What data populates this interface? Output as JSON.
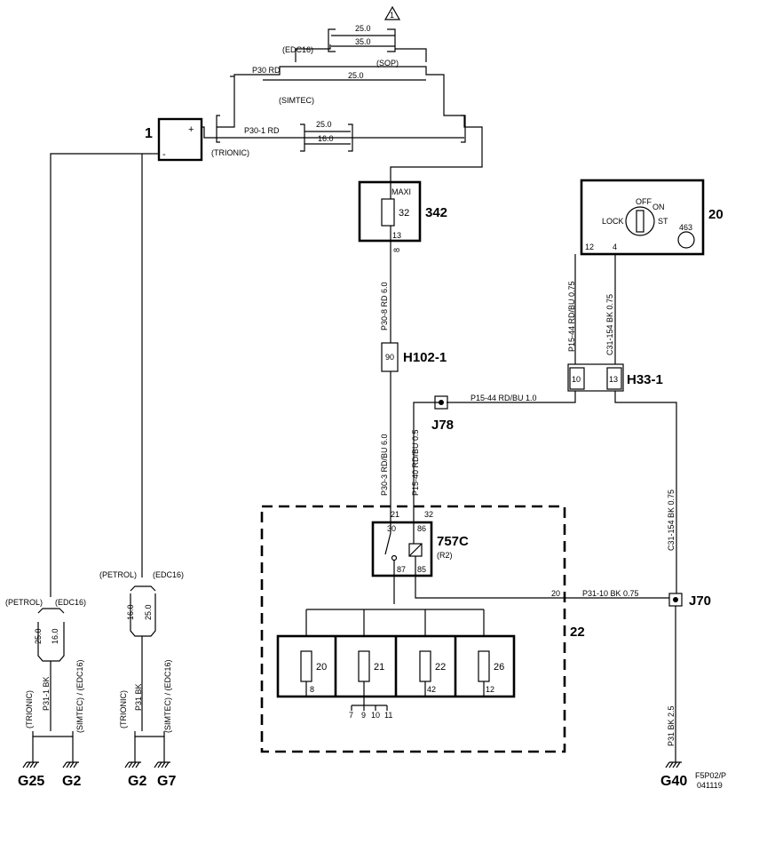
{
  "components": {
    "battery": {
      "num": "1",
      "plus": "+",
      "minus": "-",
      "variant": "(TRIONIC)"
    },
    "maxi_fuse": {
      "num": "342",
      "label": "MAXI",
      "pin_in": "32",
      "pin_out": "13"
    },
    "ignition_switch": {
      "num": "20",
      "off": "OFF",
      "on": "ON",
      "st": "ST",
      "lock": "LOCK",
      "code": "463",
      "pin12": "12",
      "pin4": "4"
    },
    "conn_h102": {
      "name": "H102-1",
      "pin": "90"
    },
    "conn_h33": {
      "name": "H33-1",
      "pin10": "10",
      "pin13": "13"
    },
    "junction_j78": "J78",
    "junction_j70": "J70",
    "relay": {
      "name": "757C",
      "sub": "(R2)",
      "p30": "30",
      "p86": "86",
      "p87": "87",
      "p85": "85"
    },
    "fuse_box": {
      "num": "22",
      "fuses": [
        "20",
        "21",
        "22",
        "26"
      ],
      "pins": [
        "8",
        "42",
        "12"
      ],
      "extra_pins": [
        "7",
        "9",
        "10",
        "11"
      ],
      "pin21": "21",
      "pin32": "32",
      "pin20": "20"
    },
    "grounds": [
      "G25",
      "G2",
      "G2",
      "G7",
      "G40"
    ],
    "stamp": {
      "line1": "F5P02/P",
      "line2": "041119"
    }
  },
  "wires": {
    "edc16_top": "(EDC16)",
    "sop": "(SOP)",
    "simtec": "(SIMTEC)",
    "note": "1",
    "v25a": "25.0",
    "v35": "35.0",
    "p30rd": "P30  RD",
    "v25b": "25.0",
    "p30_1": "P30-1  RD",
    "v25c": "25.0",
    "v16": "16.0",
    "p30_8": "P30-8   RD  6.0",
    "p30_8pin": "8",
    "p15_44": "P15-44  RD/BU  0.75",
    "c31_154": "C31-154  BK  0.75",
    "p15_44h": "P15-44  RD/BU  1.0",
    "p30_3": "P30-3  RD/BU  6.0",
    "p15_40": "P15-40  RD/BU  0.5",
    "c31_154b": "C31-154   BK  0.75",
    "p31_10": "P31-10  BK  0.75",
    "p31_40": "P31   BK  2.5",
    "petrol1": "(PETROL)",
    "edc16_1": "(EDC16)",
    "g25v": "25.0",
    "g16v": "16.0",
    "trionic1": "(TRIONIC)",
    "p31_1": "P31-1  BK",
    "simtec_edc1": "(SIMTEC) / (EDC16)",
    "petrol2": "(PETROL)",
    "edc16_2": "(EDC16)",
    "g16v2": "16.0",
    "g25v2": "25.0",
    "trionic2": "(TRIONIC)",
    "p31bk": "P31  BK",
    "simtec_edc2": "(SIMTEC) / (EDC16)"
  }
}
